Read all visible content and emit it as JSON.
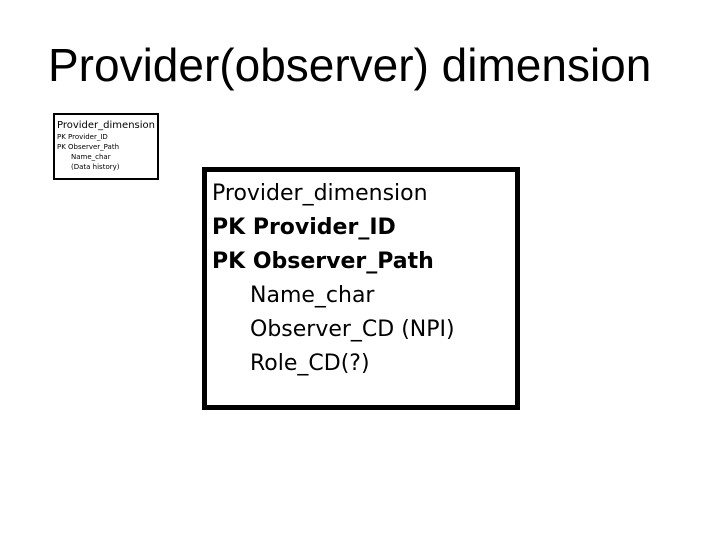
{
  "title": "Provider(observer) dimension",
  "small_table": {
    "name": "Provider_dimension",
    "fields": [
      {
        "text": "PK Provider_ID"
      },
      {
        "text": "PK Observer_Path"
      },
      {
        "text": "Name_char"
      },
      {
        "text": "(Data history)"
      }
    ]
  },
  "large_table": {
    "name": "Provider_dimension",
    "fields": [
      {
        "text": "PK Provider_ID"
      },
      {
        "text": "PK Observer_Path"
      },
      {
        "text": "Name_char"
      },
      {
        "text": "Observer_CD (NPI)"
      },
      {
        "text": "Role_CD(?)"
      }
    ]
  }
}
